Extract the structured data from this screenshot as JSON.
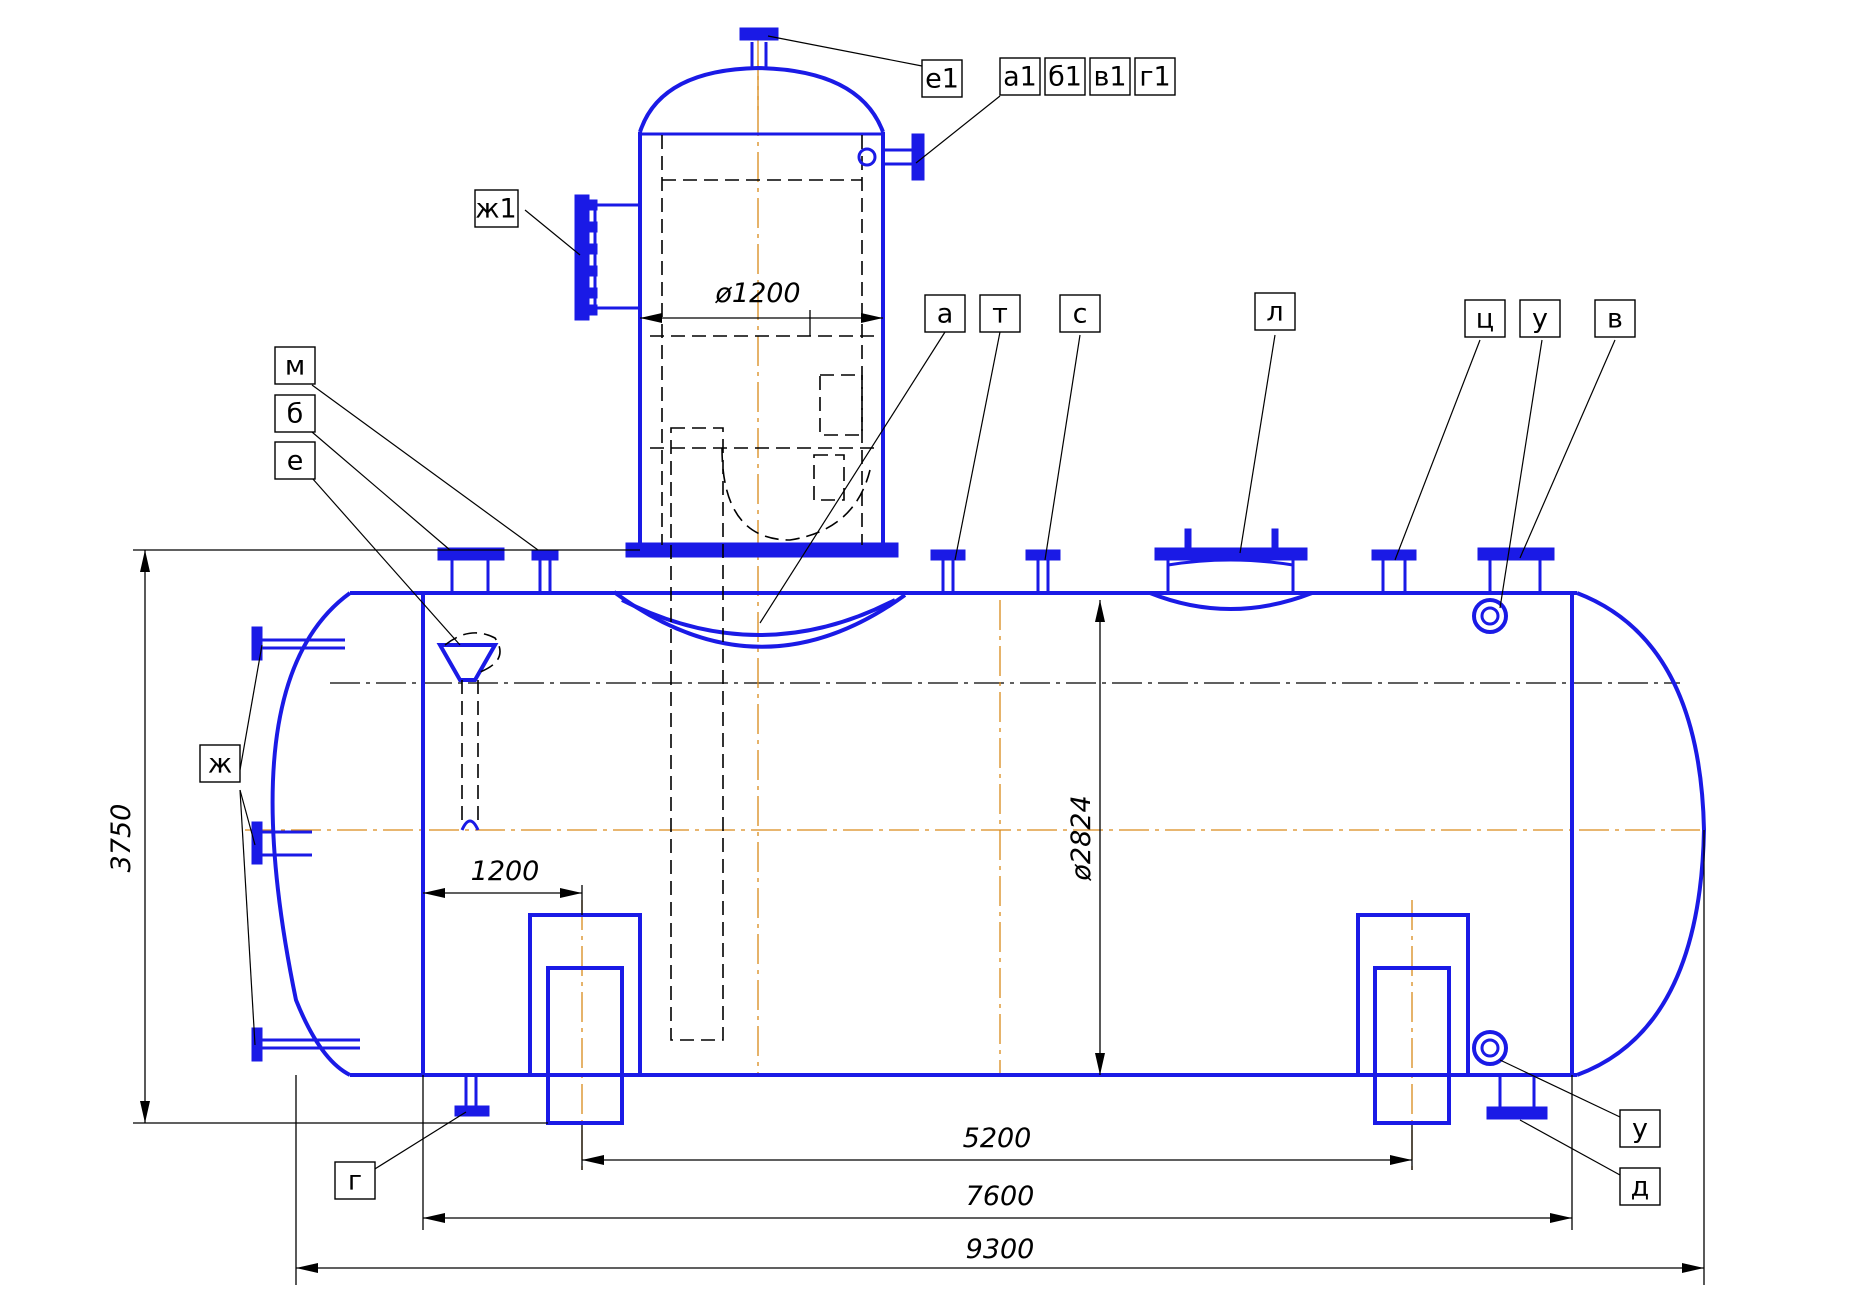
{
  "dimensions": {
    "overall_length": "9300",
    "shell_length": "7600",
    "support_spacing": "5200",
    "nozzle_offset": "1200",
    "overall_height": "3750",
    "shell_diameter": "ø2824",
    "dome_diameter": "ø1200"
  },
  "nozzle_labels": {
    "e1": "е1",
    "a1": "а1",
    "b1": "б1",
    "v1": "в1",
    "g1": "г1",
    "zh1": "ж1",
    "a": "а",
    "t": "т",
    "s": "с",
    "l": "л",
    "ts": "ц",
    "u_top": "у",
    "v": "в",
    "m": "м",
    "b": "б",
    "e": "е",
    "zh": "ж",
    "g": "г",
    "u_bottom": "у",
    "d": "д"
  },
  "colors": {
    "vessel": "#1a1ae6",
    "centerline": "#d98a1a",
    "annotation": "#000000"
  }
}
